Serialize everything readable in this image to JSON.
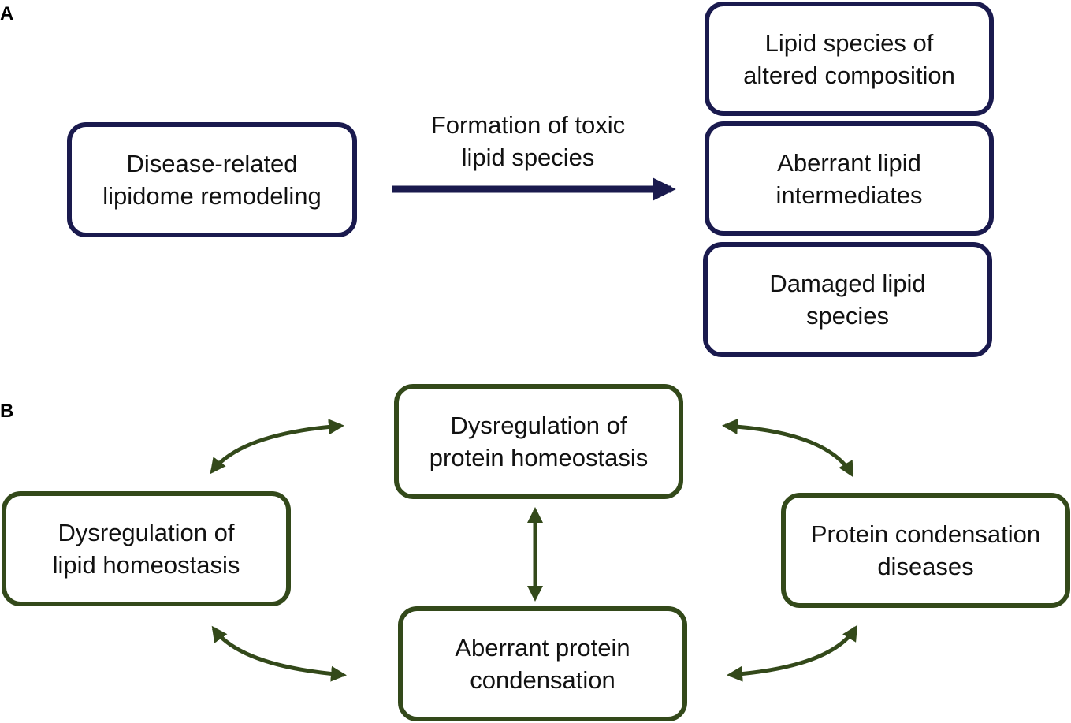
{
  "panel_a": {
    "label": "A",
    "source_box": [
      "Disease-related",
      "lipidome remodeling"
    ],
    "arrow_caption": [
      "Formation of toxic",
      "lipid species"
    ],
    "targets": [
      [
        "Lipid species of",
        "altered composition"
      ],
      [
        "Aberrant lipid",
        "intermediates"
      ],
      [
        "Damaged lipid",
        "species"
      ]
    ]
  },
  "panel_b": {
    "label": "B",
    "protein_homeostasis": [
      "Dysregulation of",
      "protein homeostasis"
    ],
    "lipid_homeostasis": [
      "Dysregulation of",
      "lipid homeostasis"
    ],
    "condensation_diseases": [
      "Protein condensation",
      "diseases"
    ],
    "aberrant_condensation": [
      "Aberrant protein",
      "condensation"
    ]
  },
  "colors": {
    "panel_a_stroke": "#1a1a4e",
    "panel_b_stroke": "#33491a"
  }
}
